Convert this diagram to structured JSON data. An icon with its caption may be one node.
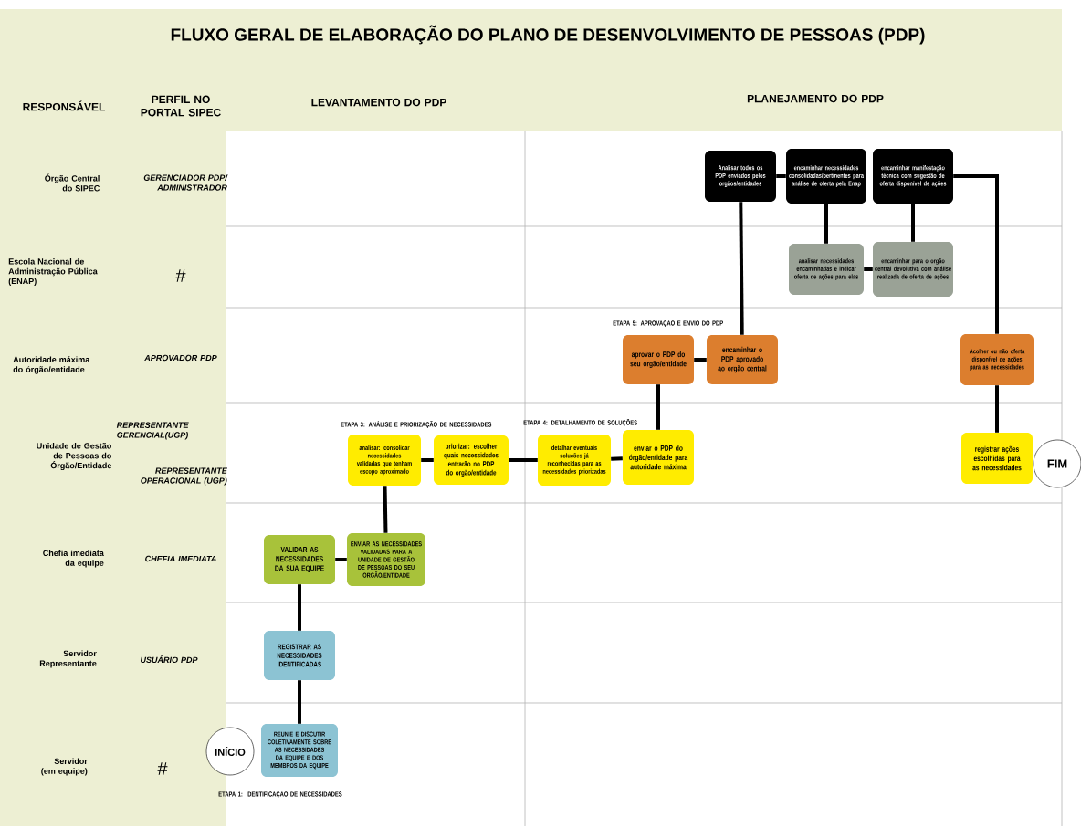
{
  "diagram": {
    "title": "FLUXO GERAL DE ELABORAÇÃO DO PLANO DE DESENVOLVIMENTO DE PESSOAS (PDP)",
    "nodes": [
      {
        "text": [
          "INÍCIO"
        ]
      },
      {
        "text": [
          "REUNIE E DISCUTIR COLETIVAMENTE SOBRE AS NECESSIDADES DA EQUIPE E DOS MEMBROS DA EQUIPE"
        ]
      },
      {
        "text": [
          "REGISTRAR AS NECESSIDADES IDENTIFICADAS"
        ]
      },
      {
        "text": [
          "VALIDAR AS NECESSIDADES DA SUA EQUIPE"
        ]
      },
      {
        "text": [
          "ENVIAR AS NECESSIDADES VALIDADAS PARA A UNIDADE DE GESTÃO DE PESSOAS DO SEU ORGÃO/ENTIDADE"
        ]
      },
      {
        "text": [
          "analisar: consolidar necessidades validadas que tenham escopo aproximado"
        ]
      },
      {
        "text": [
          "priorizar: escolher quais necessidades entrarão no PDP do orgão/entidade"
        ]
      },
      {
        "text": [
          "detalhar eventuais soluções já reconhecidas para as necessidades priorizadas"
        ]
      },
      {
        "text": [
          "enviar o PDP do órgão/entidade para autoridade máxima"
        ]
      },
      {
        "text": [
          "aprovar o PDP do seu orgão/entidade"
        ]
      },
      {
        "text": [
          "encaminhar o PDP aprovado ao orgão central"
        ]
      },
      {
        "text": [
          "Analisar todos os PDP enviados pelos orgãos/entidades"
        ]
      },
      {
        "text": [
          "encaminhar necessidades consolidadas/pertinentes para análise de oferta pela Enap"
        ]
      },
      {
        "text": [
          "analisar necessidades encaminhadas e indicar oferta de ações para elas"
        ]
      },
      {
        "text": [
          "encaminhar para o orgão central devolutiva com análise realizada de oferta de ações"
        ]
      },
      {
        "text": [
          "encaminhar manifestação técnica com sugestão de oferta disponível de ações"
        ]
      },
      {
        "text": [
          "Acolher ou não oferta disponível de ações para as necessidades"
        ]
      },
      {
        "text": [
          "registrar ações escolhidas para as necessidades"
        ]
      },
      {
        "text": [
          "FIM"
        ]
      }
    ],
    "edges": [
      {
        "from": 1,
        "to": 2,
        "arrow": "none"
      },
      {
        "from": 2,
        "to": 3,
        "arrow": "none"
      },
      {
        "from": 3,
        "to": 4,
        "arrow": "none"
      },
      {
        "from": 4,
        "to": 5,
        "arrow": "none"
      },
      {
        "from": 5,
        "to": 6,
        "arrow": "none"
      },
      {
        "from": 6,
        "to": 7,
        "arrow": "none"
      },
      {
        "from": 7,
        "to": 8,
        "arrow": "none"
      },
      {
        "from": 8,
        "to": 9,
        "arrow": "none"
      },
      {
        "from": 9,
        "to": 10,
        "arrow": "none"
      },
      {
        "from": 10,
        "to": 11,
        "arrow": "none"
      },
      {
        "from": 11,
        "to": 12,
        "arrow": "none"
      },
      {
        "from": 12,
        "to": 13,
        "arrow": "none"
      },
      {
        "from": 13,
        "to": 14,
        "arrow": "none"
      },
      {
        "from": 14,
        "to": 15,
        "arrow": "none"
      },
      {
        "from": 15,
        "to": 16,
        "arrow": "none"
      },
      {
        "from": 16,
        "to": 17,
        "arrow": "none"
      }
    ],
    "labels": [
      "RESPONSÁVEL",
      "PERFIL NO PORTAL SIPEC",
      "LEVANTAMENTO DO PDP",
      "PLANEJAMENTO DO PDP",
      "Órgão Central do SIPEC",
      "GERENCIADOR PDP/ ADMINISTRADOR",
      "Escola Nacional de Administração Pública (ENAP)",
      "#",
      "Autoridade máxima do órgão/entidade",
      "APROVADOR PDP",
      "Unidade de Gestão de Pessoas do Órgão/Entidade",
      "REPRESENTANTE GERENCIAL(UGP)",
      "REPRESENTANTE OPERACIONAL (UGP)",
      "Chefia imediata da equipe",
      "CHEFIA IMEDIATA",
      "Servidor Representante",
      "USUÁRIO PDP",
      "Servidor (em equipe)",
      "#",
      "ETAPA 3: ANÁLISE E PRIORIZAÇÃO DE NECESSIDADES",
      "ETAPA 4: DETALHAMENTO DE SOLUÇÕES",
      "ETAPA 5: APROVAÇÃO E ENVIO DO PDP",
      "ETAPA 1: IDENTIFICAÇÃO DE NECESSIDADES"
    ]
  }
}
